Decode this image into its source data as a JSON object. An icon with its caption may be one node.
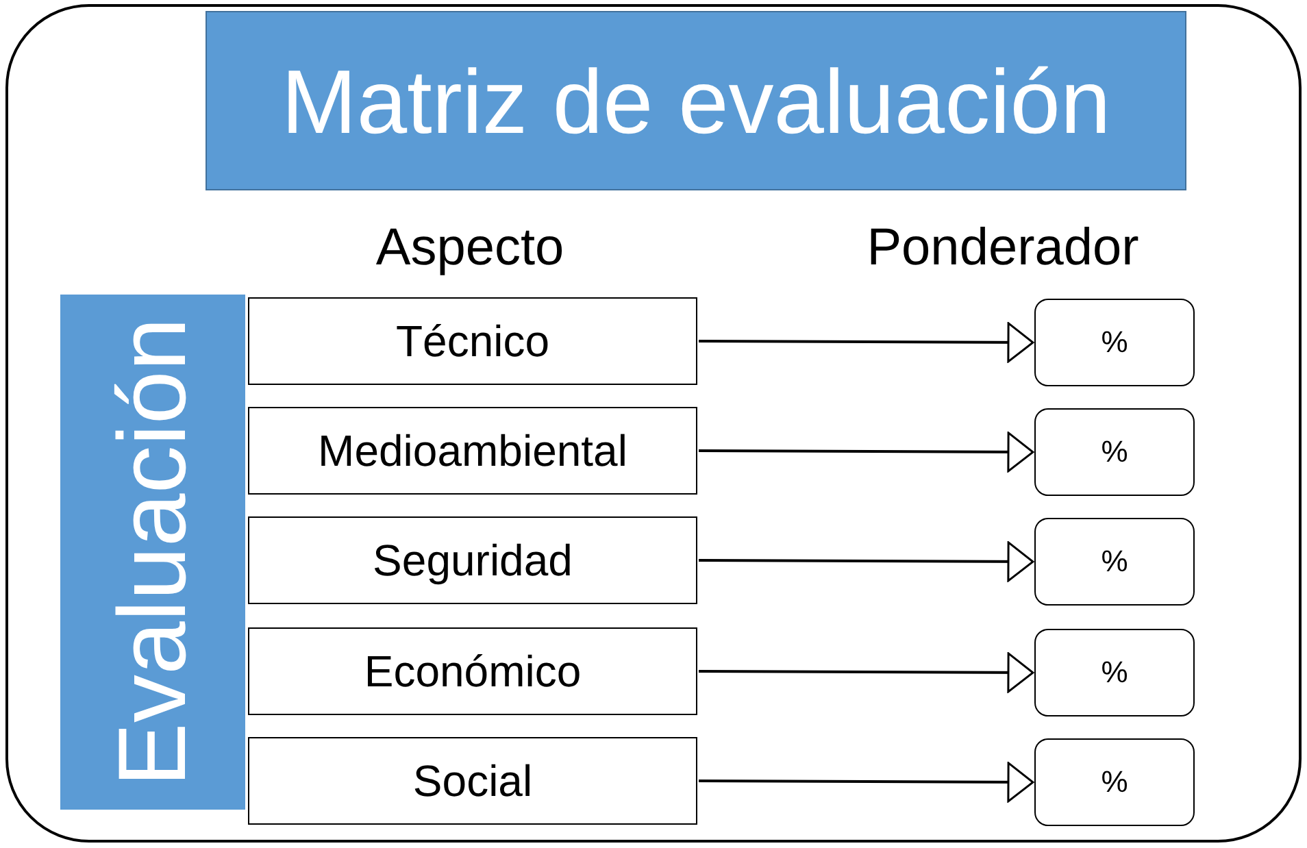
{
  "diagram": {
    "nodes": [
      {
        "text": [
          "Matriz de evaluación"
        ]
      },
      {
        "text": [
          "Evaluación"
        ]
      },
      {
        "text": [
          "Técnico"
        ]
      },
      {
        "text": [
          "Medioambiental"
        ]
      },
      {
        "text": [
          "Seguridad"
        ]
      },
      {
        "text": [
          "Económico"
        ]
      },
      {
        "text": [
          "Social"
        ]
      },
      {
        "text": [
          "%"
        ]
      },
      {
        "text": [
          "%"
        ]
      },
      {
        "text": [
          "%"
        ]
      },
      {
        "text": [
          "%"
        ]
      },
      {
        "text": [
          "%"
        ]
      }
    ],
    "edges": [
      {
        "from": 2,
        "to": 7,
        "arrow": "to"
      },
      {
        "from": 3,
        "to": 8,
        "arrow": "to"
      },
      {
        "from": 4,
        "to": 9,
        "arrow": "to"
      },
      {
        "from": 5,
        "to": 10,
        "arrow": "to"
      },
      {
        "from": 6,
        "to": 11,
        "arrow": "to"
      }
    ],
    "labels": [
      "Aspecto",
      "Ponderador"
    ]
  }
}
